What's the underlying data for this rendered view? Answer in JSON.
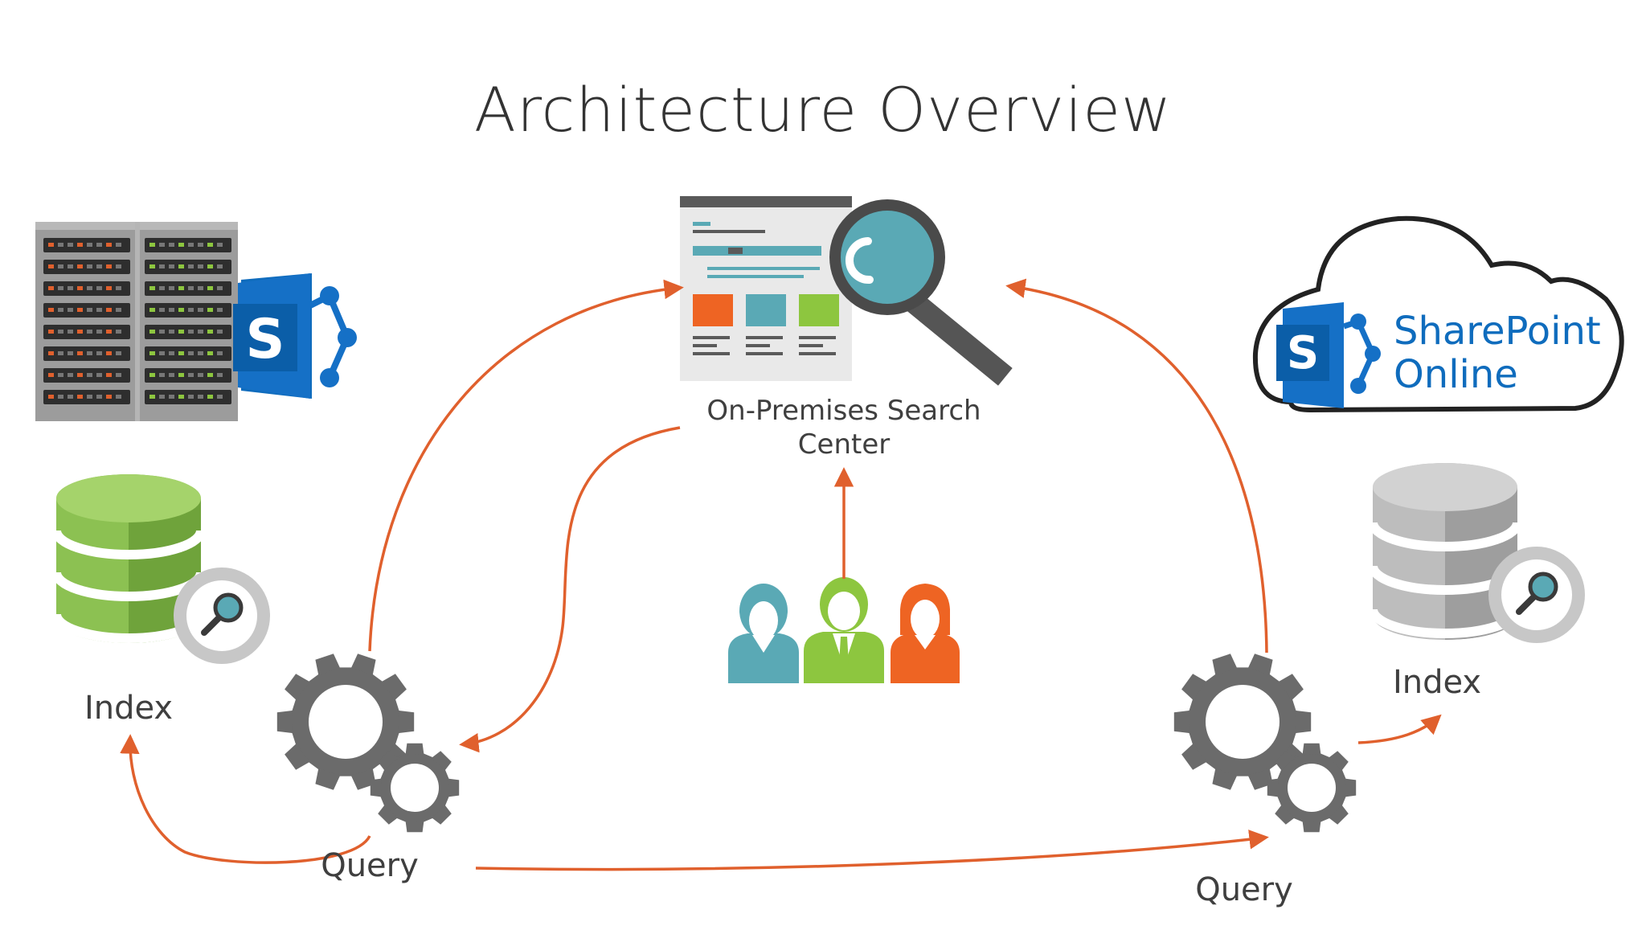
{
  "title": "Architecture Overview",
  "center_node": {
    "label": "On-Premises Search Center"
  },
  "left": {
    "index_label": "Index",
    "query_label": "Query",
    "badge_letter": "S"
  },
  "right": {
    "index_label": "Index",
    "query_label": "Query",
    "cloud_line1": "SharePoint",
    "cloud_line2": "Online",
    "badge_letter": "S"
  },
  "colors": {
    "arrow": "#e0602d",
    "sharepoint_blue": "#0f6cbd",
    "gear": "#6b6b6b",
    "green_db": "#8cc152",
    "gray_db": "#b3b3b3",
    "teal": "#5aa9b5",
    "orange": "#ee6423",
    "lime": "#8dc63f"
  }
}
